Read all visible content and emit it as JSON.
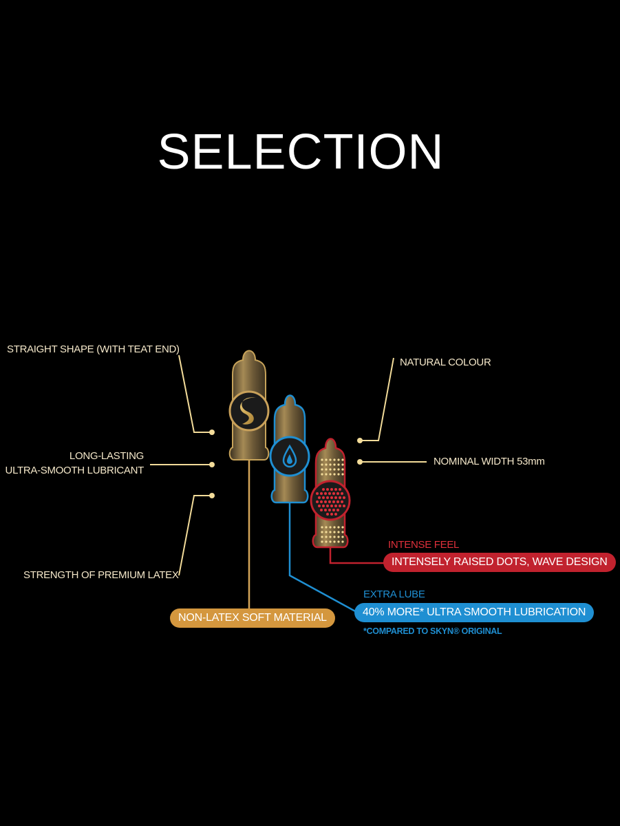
{
  "title": "SELECTION",
  "left_features": {
    "shape": "STRAIGHT SHAPE (WITH TEAT END)",
    "lubricant_line1": "LONG-LASTING",
    "lubricant_line2": "ULTRA-SMOOTH LUBRICANT",
    "latex": "STRENGTH OF PREMIUM LATEX"
  },
  "right_features": {
    "colour": "NATURAL COLOUR",
    "width": "NOMINAL WIDTH 53mm"
  },
  "products": [
    {
      "name": "non-latex",
      "icon": "s-logo-icon",
      "badge": "NON-LATEX SOFT MATERIAL",
      "color": "#d4973e"
    },
    {
      "name": "extra-lube",
      "icon": "water-drop-icon",
      "heading": "EXTRA LUBE",
      "badge": "40% MORE* ULTRA SMOOTH LUBRICATION",
      "footnote": "*COMPARED TO SKYN® ORIGINAL",
      "color": "#1f8fd2"
    },
    {
      "name": "intense-feel",
      "icon": "raised-dots-icon",
      "heading": "INTENSE FEEL",
      "badge": "INTENSELY RAISED DOTS, WAVE DESIGN",
      "color": "#c1222e"
    }
  ],
  "colors": {
    "line": "#f3dc9a",
    "text": "#f4e7c9",
    "background": "#000000"
  }
}
